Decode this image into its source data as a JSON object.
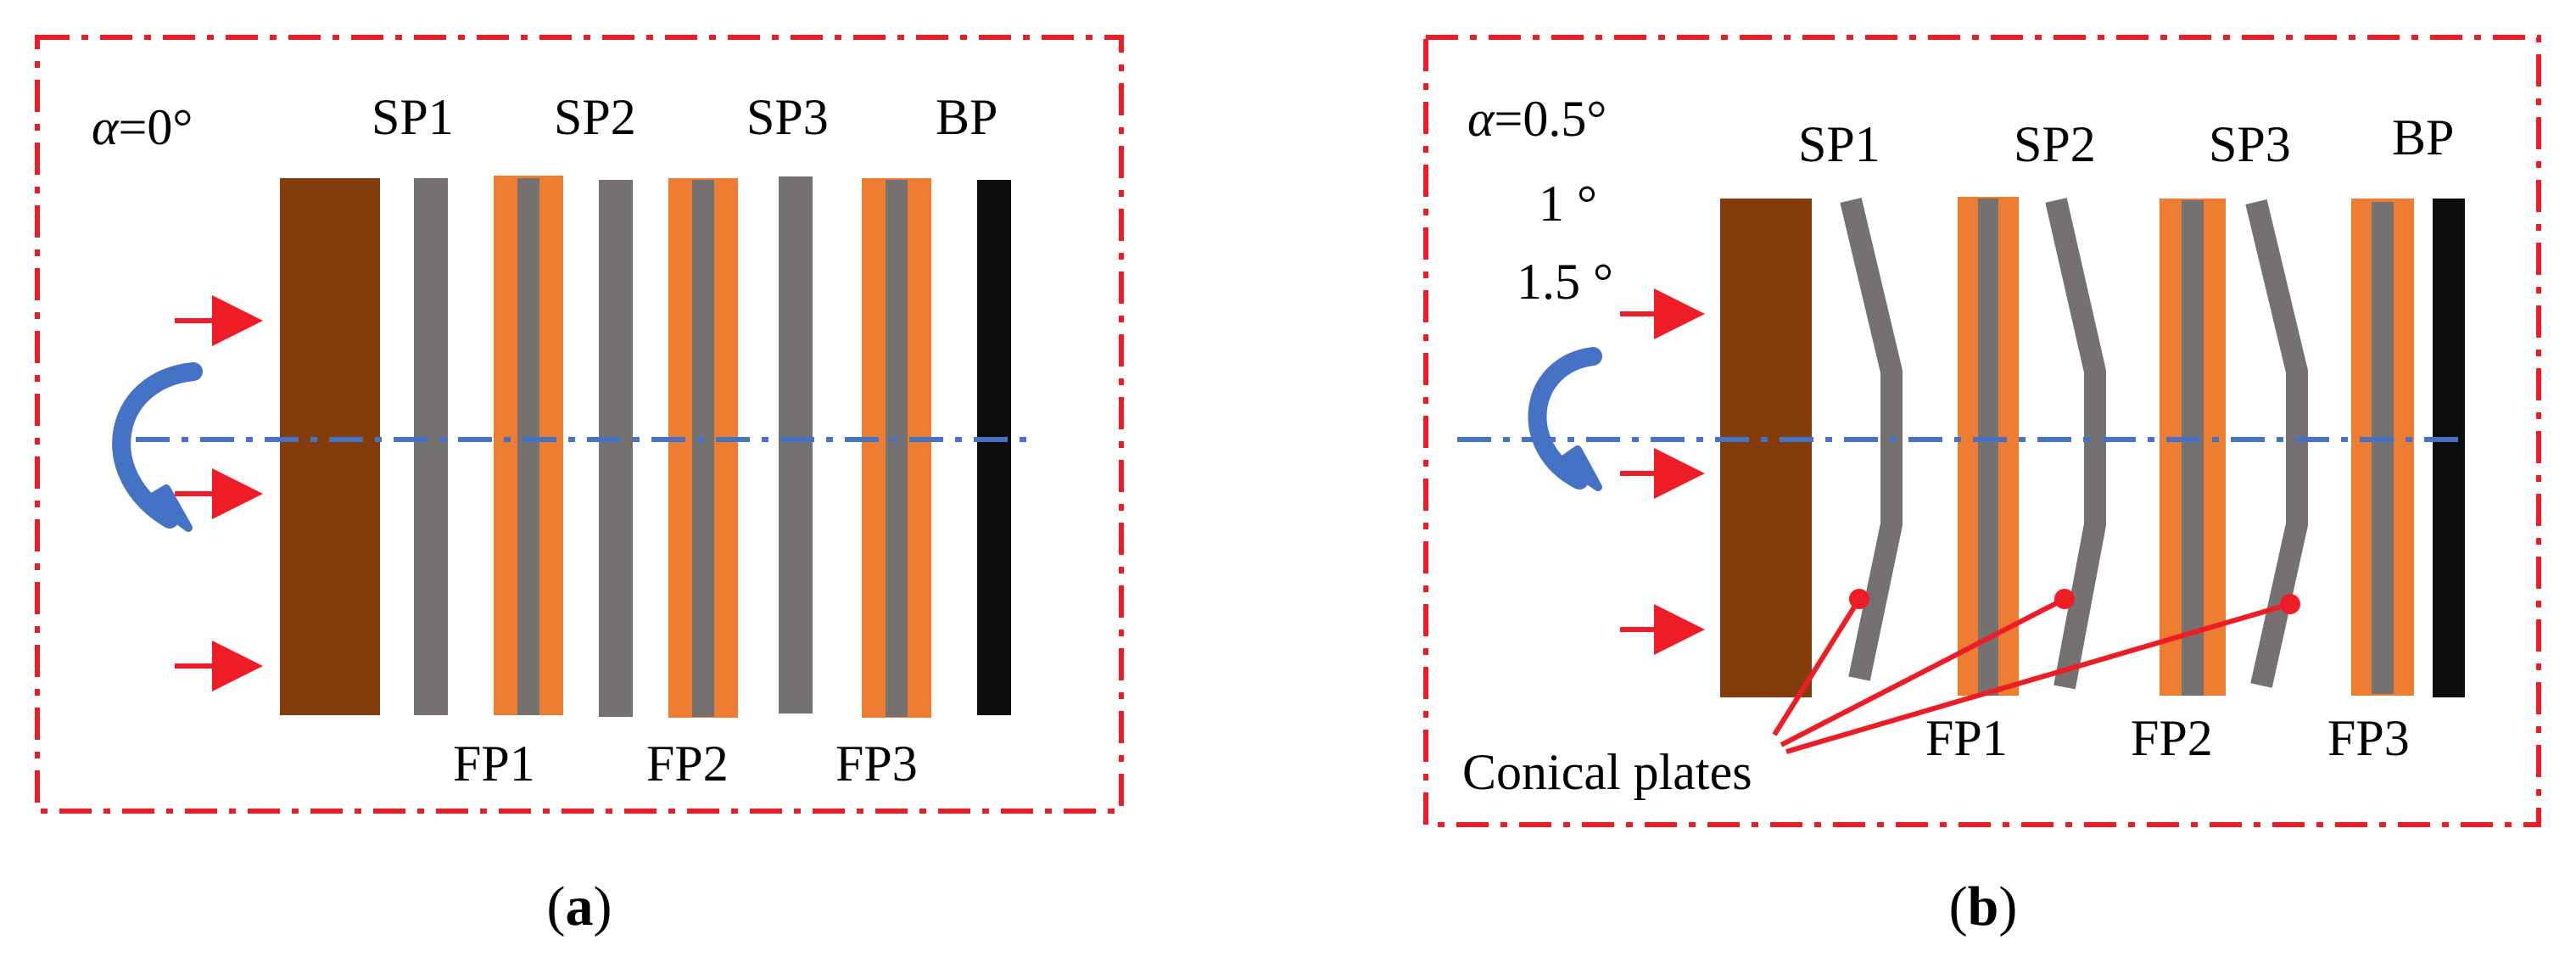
{
  "panel_a": {
    "alpha_symbol": "α",
    "alpha_value": "=0°",
    "top_labels": [
      "SP1",
      "SP2",
      "SP3",
      "BP"
    ],
    "bottom_labels": [
      "FP1",
      "FP2",
      "FP3"
    ],
    "caption_open": "(",
    "caption_letter": "a",
    "caption_close": ")"
  },
  "panel_b": {
    "alpha_symbol": "α",
    "alpha_value": "=0.5°",
    "alpha_line2": "1 °",
    "alpha_line3": "1.5 °",
    "top_labels": [
      "SP1",
      "SP2",
      "SP3",
      "BP"
    ],
    "bottom_labels": [
      "FP1",
      "FP2",
      "FP3"
    ],
    "conical_label": "Conical plates",
    "caption_open": "(",
    "caption_letter": "b",
    "caption_close": ")"
  },
  "colors": {
    "frame": "#ee1c25",
    "arrow": "#ee1c25",
    "rotor": "#843c0c",
    "steel_plate": "#767171",
    "friction_lining": "#ed7d31",
    "back_plate": "#0d0d0d",
    "axis": "#4472c4"
  },
  "icons": [
    "rotation-arrow-icon",
    "force-arrow-icon"
  ]
}
